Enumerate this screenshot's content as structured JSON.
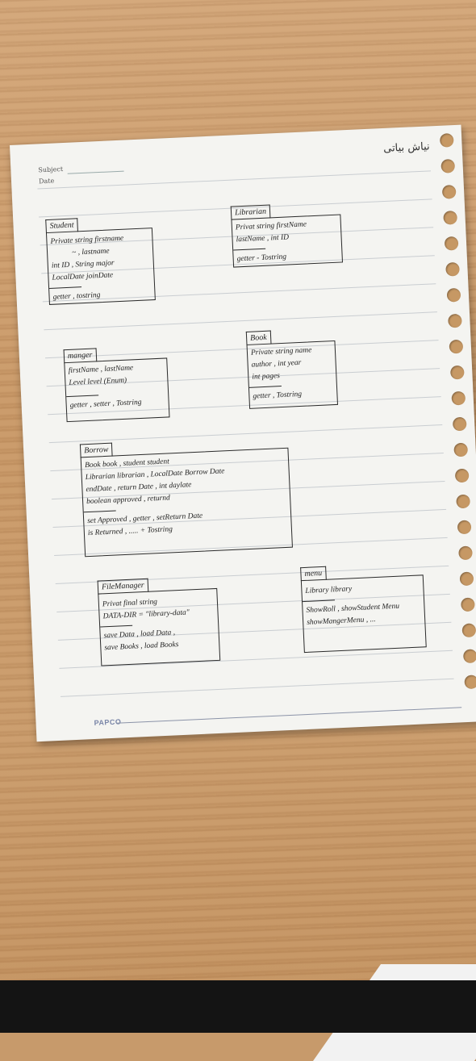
{
  "page": {
    "header_right": "نیاش بیاتی",
    "subject_label": "Subject",
    "date_label": "Date",
    "brand": "PAPCO"
  },
  "classes": [
    {
      "name": "Student",
      "fields": [
        "Private string firstname",
        "~ , lastname",
        "int ID , String major",
        "LocalDate joinDate"
      ],
      "methods": [
        "getter , tostring"
      ]
    },
    {
      "name": "Librarian",
      "fields": [
        "Privat string firstName",
        "lastName , int ID"
      ],
      "methods": [
        "getter - Tostring"
      ]
    },
    {
      "name": "manger",
      "fields": [
        "firstName , lastName",
        "Level level (Enum)"
      ],
      "methods": [
        "getter , setter , Tostring"
      ]
    },
    {
      "name": "Book",
      "fields": [
        "Private string name",
        "author , int year",
        "int pages"
      ],
      "methods": [
        "getter , Tostring"
      ]
    },
    {
      "name": "Borrow",
      "fields": [
        "Book book , student student",
        "Librarian librarian , LocalDate Borrow Date",
        "endDate , return Date , int daylate",
        "boolean approved , returnd"
      ],
      "methods": [
        "set Approved , getter , setReturn Date",
        "is Returned , ..... + Tostring"
      ]
    },
    {
      "name": "FileManager",
      "fields": [
        "Privat final string",
        "DATA-DIR = \"library-data\""
      ],
      "methods": [
        "save Data , load Data ,",
        "save Books , load Books"
      ]
    },
    {
      "name": "menu",
      "fields": [
        "Library library"
      ],
      "methods": [
        "ShowRoll , showStudent Menu",
        "showMangerMenu , ..."
      ]
    }
  ],
  "colors": {
    "paper": "#f4f4f1",
    "ink": "#1e1e1e",
    "table": "#c89867"
  }
}
